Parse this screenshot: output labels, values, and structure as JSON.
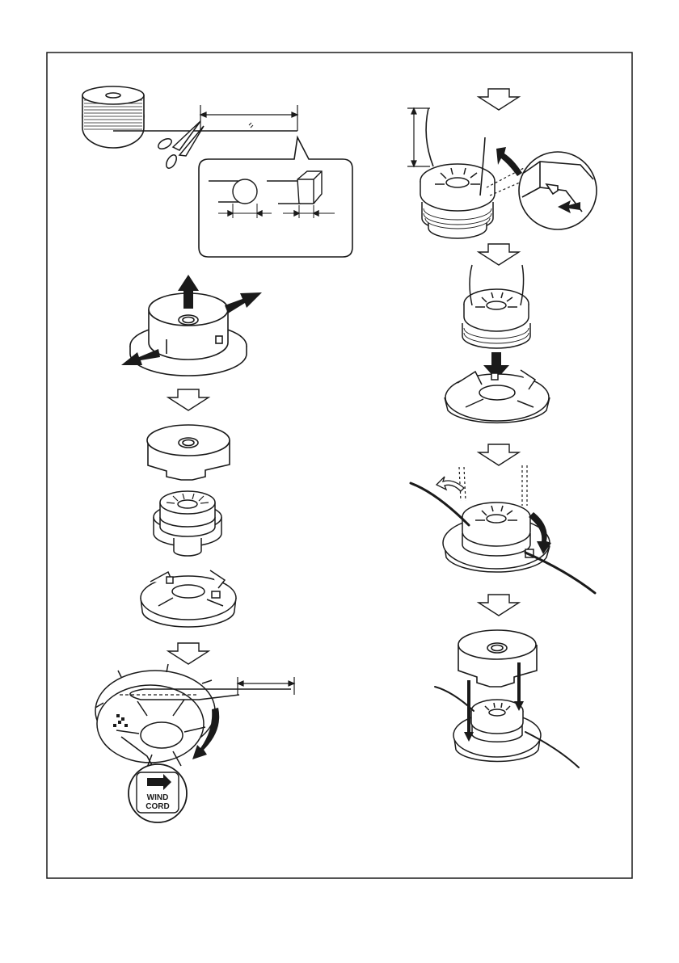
{
  "labels": {
    "wind_cord_line1": "WIND",
    "wind_cord_line2": "CORD"
  },
  "colors": {
    "line": "#1a1a1a",
    "fill": "#ffffff",
    "frame": "#1a1a1a"
  },
  "icons": {
    "step_arrow": "hollow-down-arrow",
    "direction_arrow": "solid-arrow"
  }
}
